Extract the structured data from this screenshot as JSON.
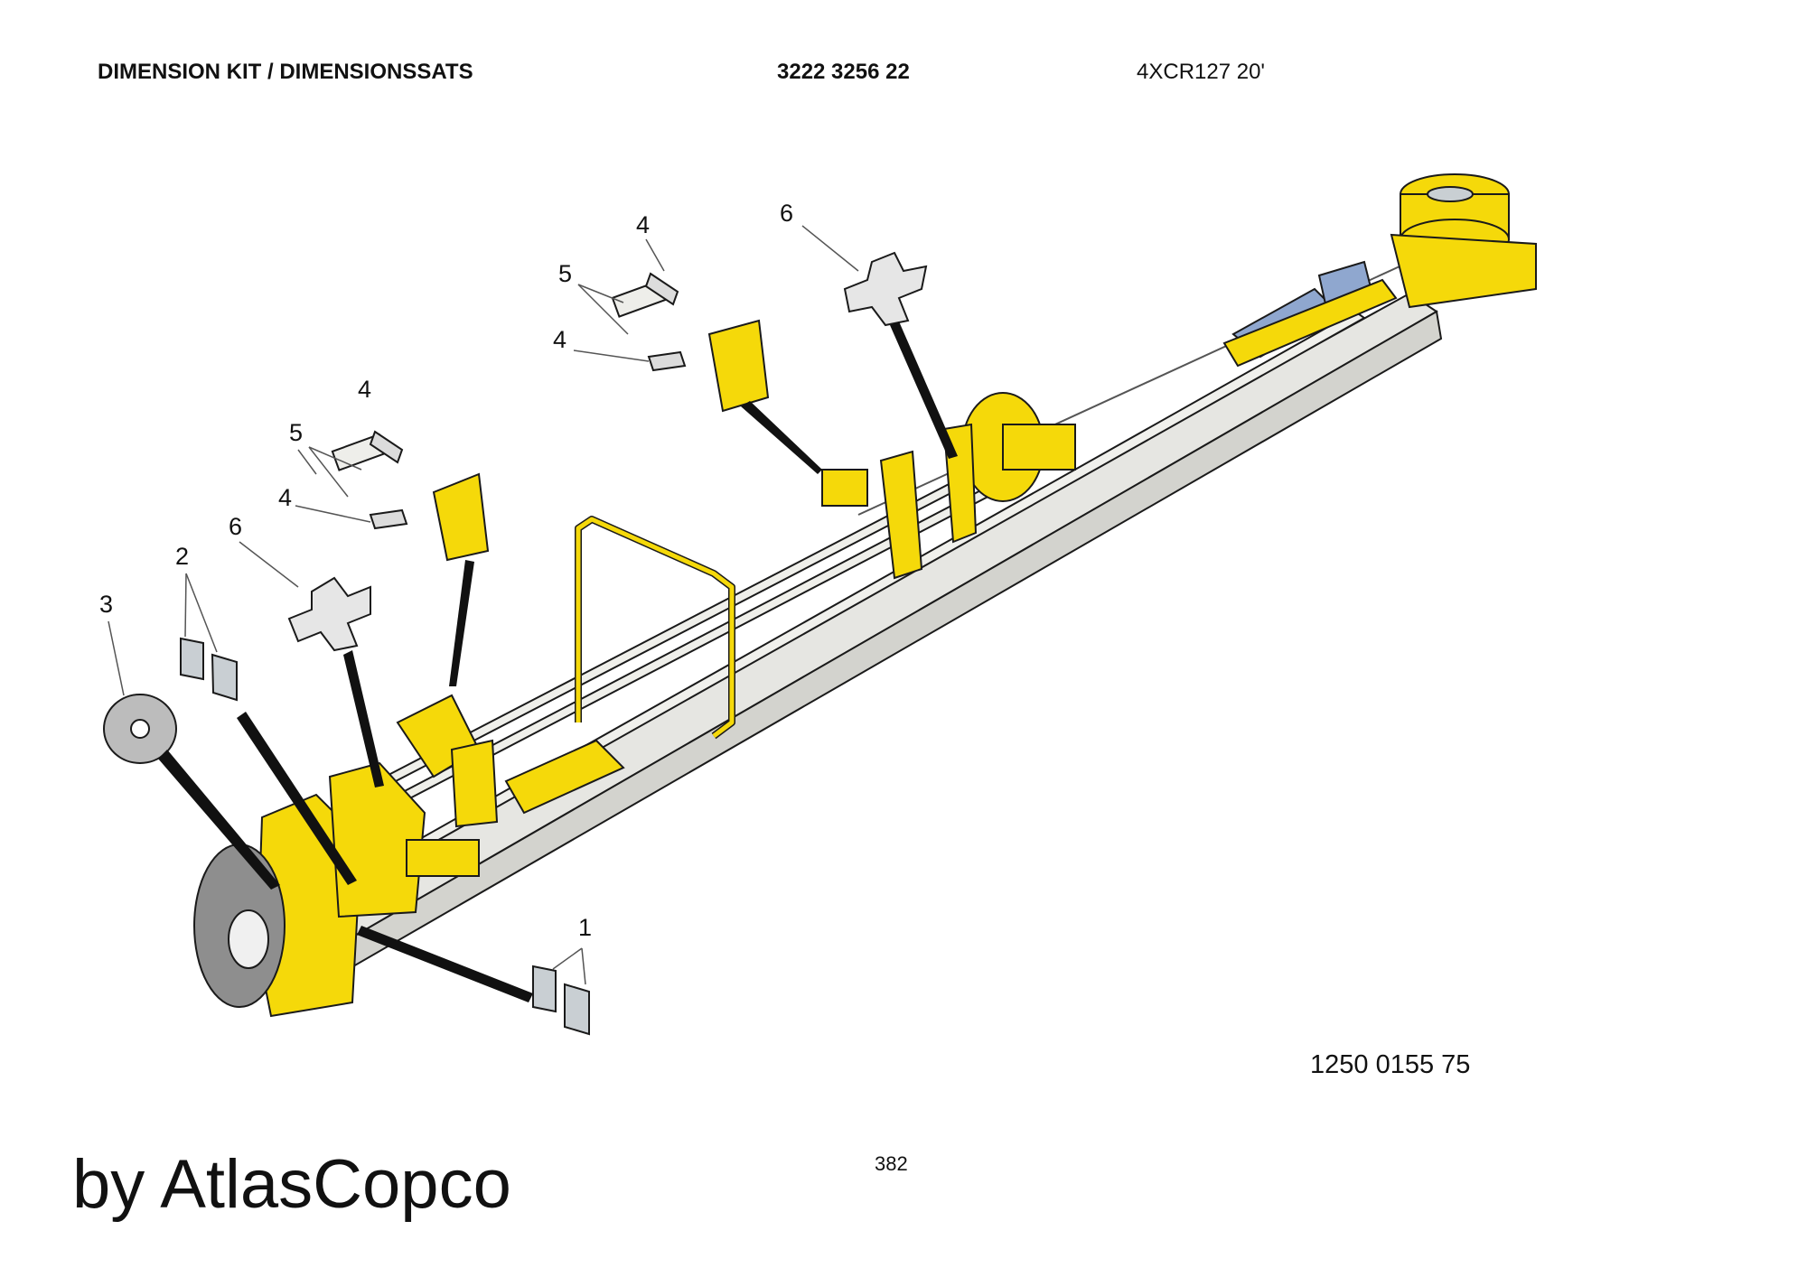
{
  "header": {
    "title": "DIMENSION KIT / DIMENSIONSSATS",
    "part_number": "3222 3256 22",
    "model": "4XCR127 20'"
  },
  "callouts": [
    "1",
    "2",
    "3",
    "4",
    "4",
    "4",
    "4",
    "5",
    "5",
    "6",
    "6"
  ],
  "drawing_number": "1250 0155 75",
  "page_number": "382",
  "watermark": "by AtlasCopco",
  "colors": {
    "body_yellow": "#f5d90a",
    "outline": "#1a1a1a",
    "rail_grey": "#e6e6e2",
    "part_grey": "#c9cfd3",
    "cylinder_blue": "#8fa7cf"
  }
}
